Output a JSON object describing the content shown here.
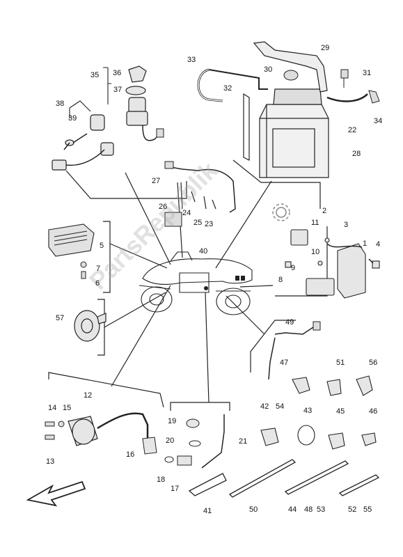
{
  "watermark": "PartsRepublik",
  "callouts": [
    {
      "id": "c1",
      "text": "1"
    },
    {
      "id": "c2",
      "text": "2"
    },
    {
      "id": "c3",
      "text": "3"
    },
    {
      "id": "c4",
      "text": "4"
    },
    {
      "id": "c5",
      "text": "5"
    },
    {
      "id": "c6",
      "text": "6"
    },
    {
      "id": "c7",
      "text": "7"
    },
    {
      "id": "c8",
      "text": "8"
    },
    {
      "id": "c9",
      "text": "9"
    },
    {
      "id": "c10",
      "text": "10"
    },
    {
      "id": "c11",
      "text": "11"
    },
    {
      "id": "c12",
      "text": "12"
    },
    {
      "id": "c13",
      "text": "13"
    },
    {
      "id": "c14",
      "text": "14"
    },
    {
      "id": "c15",
      "text": "15"
    },
    {
      "id": "c16",
      "text": "16"
    },
    {
      "id": "c17",
      "text": "17"
    },
    {
      "id": "c18",
      "text": "18"
    },
    {
      "id": "c19",
      "text": "19"
    },
    {
      "id": "c20",
      "text": "20"
    },
    {
      "id": "c21",
      "text": "21"
    },
    {
      "id": "c22",
      "text": "22"
    },
    {
      "id": "c23",
      "text": "23"
    },
    {
      "id": "c24",
      "text": "24"
    },
    {
      "id": "c25",
      "text": "25"
    },
    {
      "id": "c26",
      "text": "26"
    },
    {
      "id": "c27",
      "text": "27"
    },
    {
      "id": "c28",
      "text": "28"
    },
    {
      "id": "c29",
      "text": "29"
    },
    {
      "id": "c30",
      "text": "30"
    },
    {
      "id": "c31",
      "text": "31"
    },
    {
      "id": "c32",
      "text": "32"
    },
    {
      "id": "c33",
      "text": "33"
    },
    {
      "id": "c34",
      "text": "34"
    },
    {
      "id": "c35",
      "text": "35"
    },
    {
      "id": "c36",
      "text": "36"
    },
    {
      "id": "c37",
      "text": "37"
    },
    {
      "id": "c38",
      "text": "38"
    },
    {
      "id": "c39",
      "text": "39"
    },
    {
      "id": "c40",
      "text": "40"
    },
    {
      "id": "c41",
      "text": "41"
    },
    {
      "id": "c42",
      "text": "42"
    },
    {
      "id": "c43",
      "text": "43"
    },
    {
      "id": "c44",
      "text": "44"
    },
    {
      "id": "c45",
      "text": "45"
    },
    {
      "id": "c46",
      "text": "46"
    },
    {
      "id": "c47",
      "text": "47"
    },
    {
      "id": "c48",
      "text": "48"
    },
    {
      "id": "c49",
      "text": "49"
    },
    {
      "id": "c50",
      "text": "50"
    },
    {
      "id": "c51",
      "text": "51"
    },
    {
      "id": "c52",
      "text": "52"
    },
    {
      "id": "c53",
      "text": "53"
    },
    {
      "id": "c54",
      "text": "54"
    },
    {
      "id": "c55",
      "text": "55"
    },
    {
      "id": "c56",
      "text": "56"
    },
    {
      "id": "c57",
      "text": "57"
    }
  ],
  "colors": {
    "ink": "#111111",
    "line": "#222222",
    "part_fill": "#e6e6e6",
    "watermark": "#aaaaaa"
  }
}
